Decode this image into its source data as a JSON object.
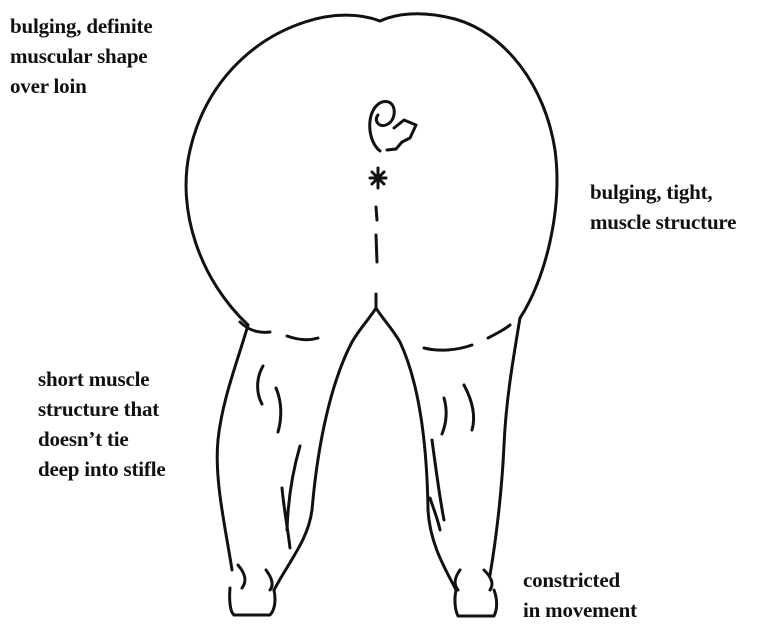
{
  "annotations": {
    "top_left": [
      "bulging, definite",
      "muscular shape",
      "over loin"
    ],
    "right": [
      "bulging, tight,",
      "muscle structure"
    ],
    "left": [
      "short muscle",
      "structure that",
      "doesn’t tie",
      "deep into stifle"
    ],
    "bottom_right": [
      "constricted",
      "in movement"
    ]
  },
  "colors": {
    "ink": "#111111",
    "background": "#ffffff"
  }
}
